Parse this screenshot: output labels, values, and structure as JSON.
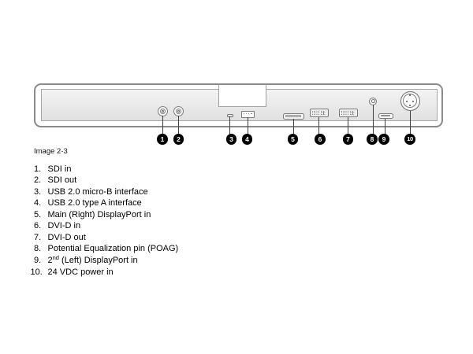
{
  "figure": {
    "caption": "Image 2-3"
  },
  "callouts": [
    "1",
    "2",
    "3",
    "4",
    "5",
    "6",
    "7",
    "8",
    "9",
    "10"
  ],
  "connectors": [
    {
      "callout": "1",
      "type": "bnc-sdi-in"
    },
    {
      "callout": "2",
      "type": "bnc-sdi-out"
    },
    {
      "callout": "3",
      "type": "usb-micro-b-port"
    },
    {
      "callout": "4",
      "type": "usb-type-a-port"
    },
    {
      "callout": "5",
      "type": "displayport-main"
    },
    {
      "callout": "6",
      "type": "dvi-d-in"
    },
    {
      "callout": "7",
      "type": "dvi-d-out"
    },
    {
      "callout": "8",
      "type": "poag-pin"
    },
    {
      "callout": "9",
      "type": "displayport-2nd"
    },
    {
      "callout": "10",
      "type": "power-24vdc"
    }
  ],
  "legend": {
    "items": [
      {
        "num": "1.",
        "label": "SDI in"
      },
      {
        "num": "2.",
        "label": "SDI out"
      },
      {
        "num": "3.",
        "label": "USB 2.0 micro-B interface"
      },
      {
        "num": "4.",
        "label": "USB 2.0 type A interface"
      },
      {
        "num": "5.",
        "label": "Main (Right) DisplayPort in"
      },
      {
        "num": "6.",
        "label": "DVI-D in"
      },
      {
        "num": "7.",
        "label": "DVI-D out"
      },
      {
        "num": "8.",
        "label": "Potential Equalization pin (POAG)"
      },
      {
        "num": "9.",
        "label_base": "2",
        "label_sup": "nd",
        "label_rest": " (Left) DisplayPort in"
      },
      {
        "num": "10.",
        "label": "24 VDC power in"
      }
    ]
  },
  "colors": {
    "panel_border": "#8a8a8a",
    "recess_border": "#a6a6a6",
    "recess_fill": "#ebebeb",
    "connector_border": "#7a7a7a",
    "leader_line": "#3f3f3f",
    "callout_bg": "#000000",
    "callout_text": "#ffffff"
  }
}
